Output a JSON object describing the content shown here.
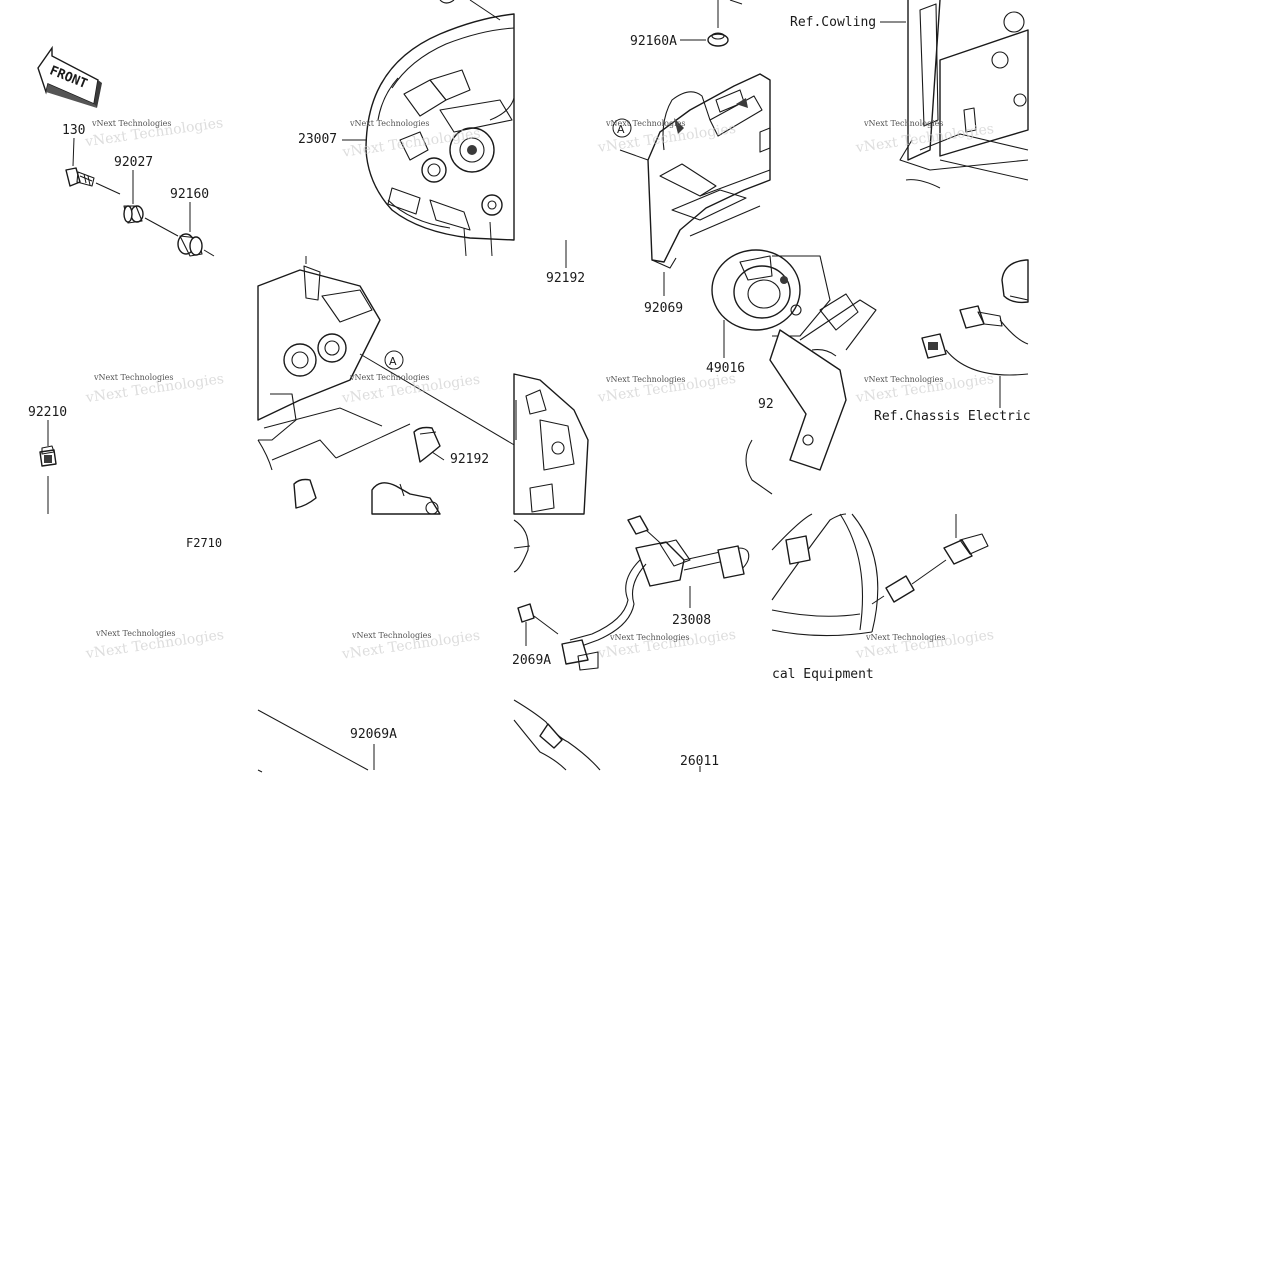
{
  "diagram": {
    "figure_code": "F2710",
    "front_arrow_label": "FRONT",
    "callout_ref": "A",
    "watermark": "vNext Technologies",
    "labels": {
      "p130": "130",
      "p92027": "92027",
      "p92160": "92160",
      "p92210": "92210",
      "p23007": "23007",
      "p92160a": "92160A",
      "p92192_top": "92192",
      "p92069": "92069",
      "p49016": "49016",
      "p92192_mid": "92192",
      "p92_partial": "92",
      "p23008": "23008",
      "p92069a_right": "2069A",
      "p92069a": "92069A",
      "p26011": "26011",
      "ref_cowling": "Ref.Cowling",
      "ref_chassis": "Ref.Chassis Electric",
      "ref_equipment": "cal Equipment"
    }
  }
}
